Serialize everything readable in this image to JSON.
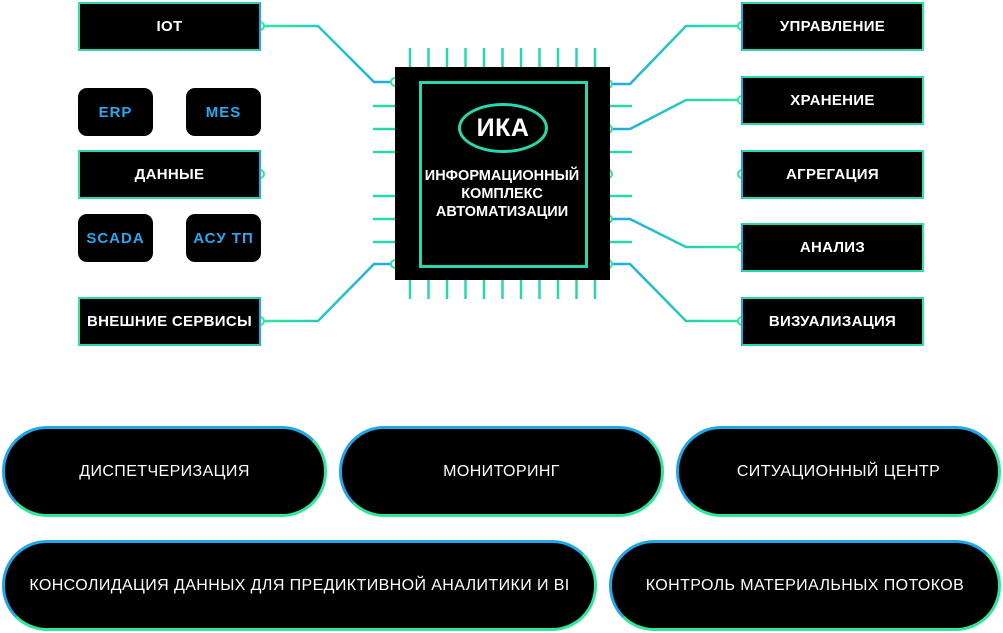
{
  "chip": {
    "short_name": "ИКА",
    "full_name_lines": [
      "ИНФОРМАЦИОННЫЙ",
      "КОМПЛЕКС",
      "АВТОМАТИЗАЦИИ"
    ]
  },
  "left_nodes": [
    "IOT",
    "ДАННЫЕ",
    "ВНЕШНИЕ СЕРВИСЫ"
  ],
  "source_systems": [
    "ERP",
    "MES",
    "SCADA",
    "АСУ ТП"
  ],
  "right_nodes": [
    "УПРАВЛЕНИЕ",
    "ХРАНЕНИЕ",
    "АГРЕГАЦИЯ",
    "АНАЛИЗ",
    "ВИЗУАЛИЗАЦИЯ"
  ],
  "solutions": [
    "ДИСПЕТЧЕРИЗАЦИЯ",
    "МОНИТОРИНГ",
    "СИТУАЦИОННЫЙ ЦЕНТР",
    "КОНСОЛИДАЦИЯ ДАННЫХ ДЛЯ ПРЕДИКТИВНОЙ АНАЛИТИКИ И BI",
    "КОНТРОЛЬ МАТЕРИАЛЬНЫХ ПОТОКОВ"
  ],
  "colors": {
    "green": "#2ee89a",
    "blue": "#1ea8e8",
    "teal": "#28d7b0",
    "system_text": "#29a8f0",
    "box_fill": "#000000"
  }
}
